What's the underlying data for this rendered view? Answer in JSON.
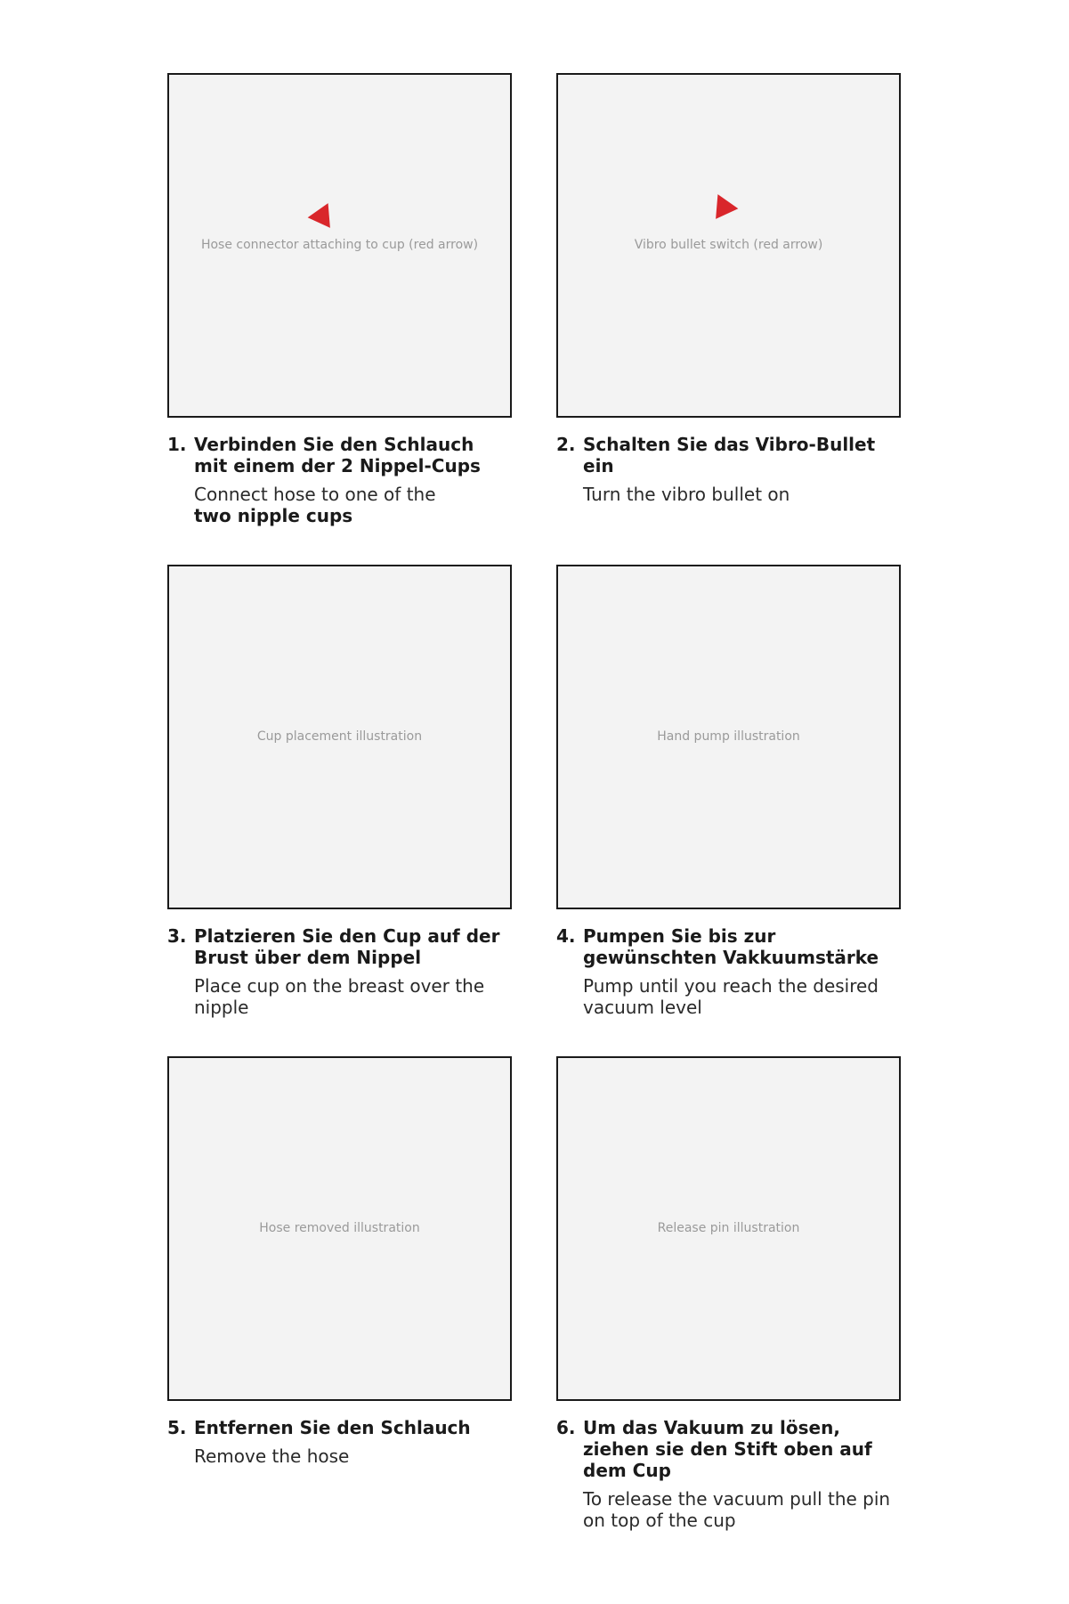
{
  "document": {
    "type": "instruction-sheet",
    "layout": "3 rows x 2 columns of illustrated steps",
    "accent_color": "#d9262b",
    "frame_color": "#1a1a1a"
  },
  "steps": [
    {
      "number": "1.",
      "de": "Verbinden Sie den Schlauch mit einem der 2 Nippel-Cups",
      "en_regular": "Connect hose to one of the",
      "en_bold": "two nipple cups",
      "illustration": "Hose connector attaching to cup (red arrow)"
    },
    {
      "number": "2.",
      "de": "Schalten Sie das Vibro-Bullet ein",
      "en_regular": "Turn the vibro bullet on",
      "en_bold": "",
      "illustration": "Vibro bullet switch (red arrow)"
    },
    {
      "number": "3.",
      "de": "Platzieren Sie den Cup auf der Brust über dem Nippel",
      "en_regular": "Place cup on the breast over the nipple",
      "en_bold": "",
      "illustration": "Cup placement illustration"
    },
    {
      "number": "4.",
      "de": "Pumpen Sie bis zur gewünschten Vakkuumstärke",
      "en_regular": "Pump until you reach the desired vacuum level",
      "en_bold": "",
      "illustration": "Hand pump illustration"
    },
    {
      "number": "5.",
      "de": "Entfernen Sie den Schlauch",
      "en_regular": "Remove the hose",
      "en_bold": "",
      "illustration": "Hose removed illustration"
    },
    {
      "number": "6.",
      "de": "Um das Vakuum zu lösen, ziehen sie den Stift oben auf dem Cup",
      "en_regular": "To release the vacuum pull the pin on top of the cup",
      "en_bold": "",
      "illustration": "Release pin illustration"
    }
  ]
}
